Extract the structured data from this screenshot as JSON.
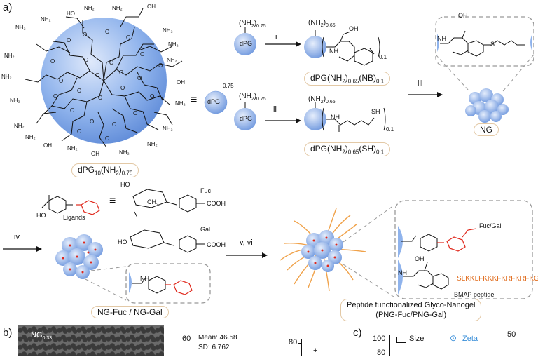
{
  "panels": {
    "a": "a)",
    "b": "b)",
    "c": "c)"
  },
  "dpg_big_label": "dPG10(NH2)0.75",
  "equiv_symbol": "≡",
  "dpg_small": "dPG",
  "nh2_075": "(NH2)0.75",
  "nh2_065": "(NH2)0.65",
  "steps": {
    "i": "i",
    "ii": "ii",
    "iii": "iii",
    "iv": "iv",
    "v_vi": "v, vi"
  },
  "nb_product_label": "dPG(NH2)0.65(NB)0.1",
  "sh_product_label": "dPG(NH2)0.65(SH)0.1",
  "ng_label": "NG",
  "ligands_label": "Ligands",
  "fuc_label": "Fuc",
  "gal_label": "Gal",
  "cooh": "COOH",
  "oh": "OH",
  "nh": "NH",
  "sh": "SH",
  "ch3": "CH3",
  "ho": "HO",
  "o": "O",
  "s": "S",
  "nh2": "NH2",
  "subscript_01": "0.1",
  "ngfuc_label": "NG-Fuc / NG-Gal",
  "fucgal_label": "Fuc/Gal",
  "peptide_seq": "SLKKLFKKKFKRFKRFKG",
  "bmap_label": "BMAP peptide",
  "png_title_line1": "Peptide functionalized Glyco-Nanogel",
  "png_title_line2": "(PNG-Fuc/PNG-Gal)",
  "tem_label": "NG0.33",
  "stats": {
    "mean": "Mean: 46.58",
    "sd": "SD: 6.762"
  },
  "axis_ticks": {
    "b_60": "60",
    "b_80": "80",
    "c_100": "100",
    "c_80": "80",
    "c_50": "50"
  },
  "legend": {
    "size": "Size",
    "zeta": "Zeta"
  },
  "colors": {
    "sphere": "#7fa6e6",
    "tag_border": "#e3c9a6",
    "red": "#e0281c",
    "orange": "#e06a1a",
    "dash": "#999999",
    "zeta": "#3a8fd9"
  }
}
